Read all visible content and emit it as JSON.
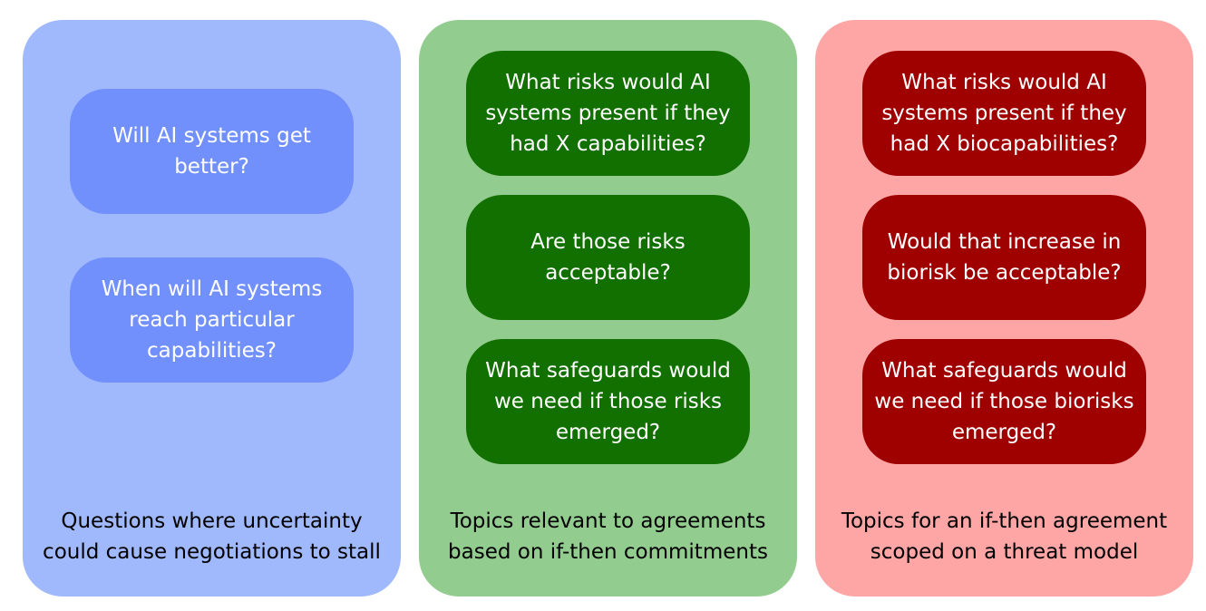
{
  "colors": {
    "blue_panel": "#a0b8fc",
    "blue_box": "#7190fb",
    "green_panel": "#93cc8f",
    "green_box": "#127000",
    "red_panel": "#fea5a5",
    "red_box": "#9f0000"
  },
  "columns": [
    {
      "boxes": [
        "Will AI systems get\nbetter?",
        "When will AI systems\nreach particular\ncapabilities?"
      ],
      "caption": "Questions where uncertainty\ncould cause negotiations to stall"
    },
    {
      "boxes": [
        "What risks would AI\nsystems present if they\nhad X capabilities?",
        "Are those risks\nacceptable?",
        "What safeguards would\nwe need if those risks\nemerged?"
      ],
      "caption": "Topics relevant to agreements\nbased on if-then commitments"
    },
    {
      "boxes": [
        "What risks would AI\nsystems present if they\nhad X biocapabilities?",
        "Would that increase in\nbiorisk be acceptable?",
        "What safeguards would\nwe need if those biorisks\nemerged?"
      ],
      "caption": "Topics for an if-then agreement\nscoped on a threat model"
    }
  ]
}
